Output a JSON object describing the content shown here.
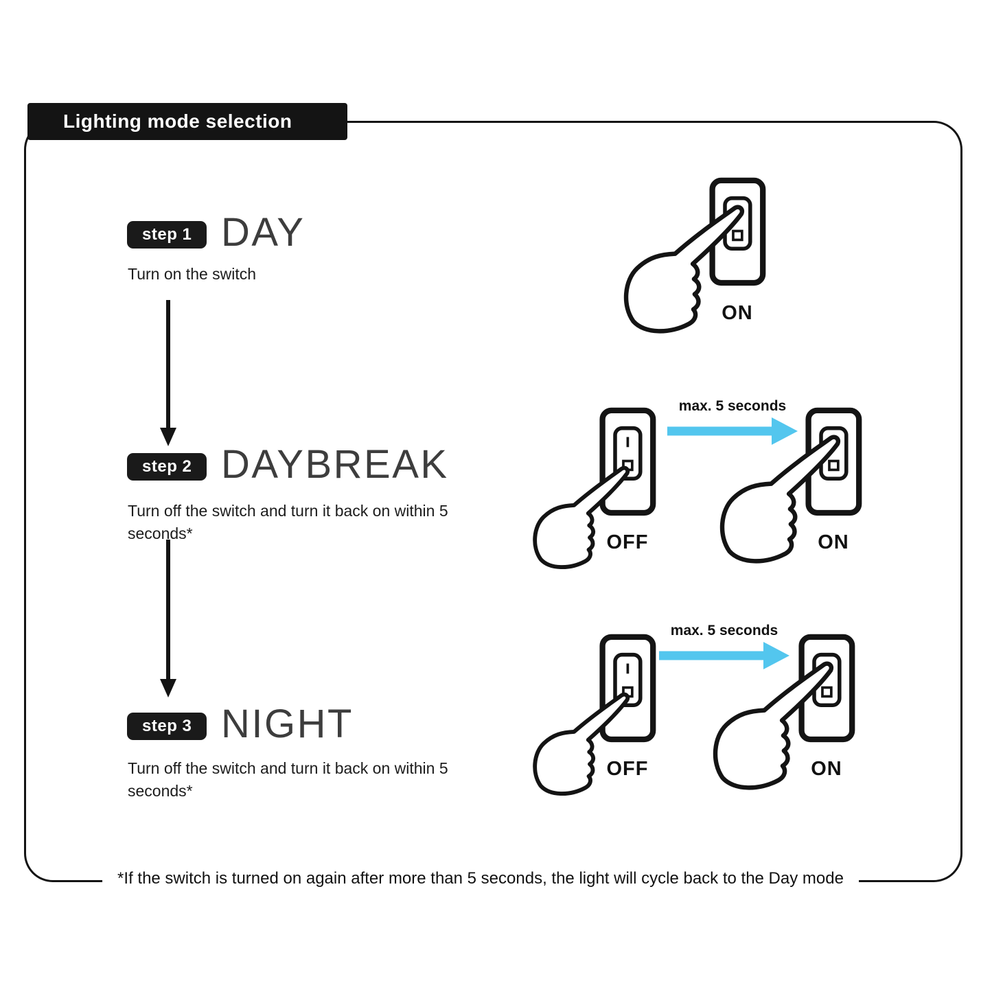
{
  "title": "Lighting mode selection",
  "footnote": "*If the switch is turned on again after more than 5 seconds, the light will cycle back to the Day mode",
  "colors": {
    "accent": "#53c6ee",
    "ink": "#141414"
  },
  "steps": [
    {
      "badge": "step 1",
      "name": "DAY",
      "description": "Turn on the switch",
      "switches": [
        {
          "label": "ON"
        }
      ]
    },
    {
      "badge": "step 2",
      "name": "DAYBREAK",
      "description": "Turn off the switch and turn it back on within 5 seconds*",
      "arrow_label": "max. 5 seconds",
      "switches": [
        {
          "label": "OFF"
        },
        {
          "label": "ON"
        }
      ]
    },
    {
      "badge": "step 3",
      "name": "NIGHT",
      "description": "Turn off the switch and turn it back on within 5 seconds*",
      "arrow_label": "max. 5 seconds",
      "switches": [
        {
          "label": "OFF"
        },
        {
          "label": "ON"
        }
      ]
    }
  ]
}
